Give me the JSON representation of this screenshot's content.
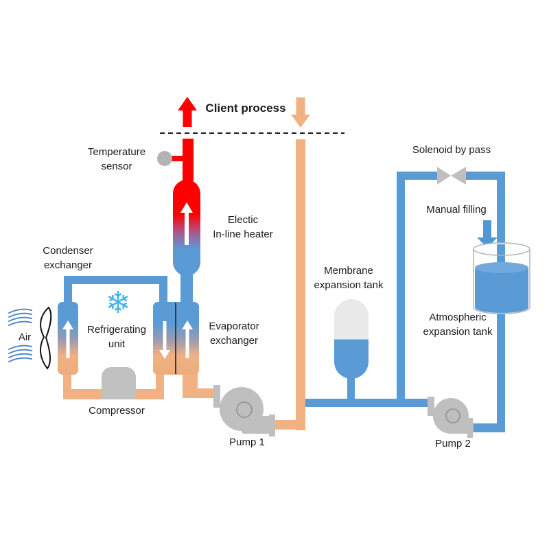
{
  "labels": {
    "client_process": "Client process",
    "temperature_sensor": {
      "line1": "Temperature",
      "line2": "sensor"
    },
    "electric_heater": {
      "line1": "Electic",
      "line2": "In-line heater"
    },
    "condenser_exchanger": {
      "line1": "Condenser",
      "line2": "exchanger"
    },
    "refrigerating_unit": {
      "line1": "Refrigerating",
      "line2": "unit"
    },
    "evaporator_exchanger": {
      "line1": "Evaporator",
      "line2": "exchanger"
    },
    "air": "Air",
    "compressor": "Compressor",
    "pump_1": "Pump 1",
    "membrane_tank": {
      "line1": "Membrane",
      "line2": "expansion tank"
    },
    "solenoid_bypass": "Solenoid by pass",
    "manual_filling": "Manual filling",
    "atmospheric_tank": {
      "line1": "Atmospheric",
      "line2": "expansion tank"
    },
    "pump_2": "Pump 2"
  },
  "icons": {
    "snowflake": "❄",
    "solenoid_valve": "gray-bowtie-triangles",
    "pump_symbol": "gray-volute-with-impeller-circle",
    "temperature_sensor_probe": "gray-circle-with-stub",
    "air_flow": "blue-wavy-lines-with-fan-blade"
  },
  "colors": {
    "cold_blue": "#5B9BD5",
    "warm_orange": "#F2B183",
    "hot_red": "#FF0000",
    "equipment_gray": "#BFBFBF",
    "snowflake_blue": "#47B3F2",
    "tank_top_gray": "#E9E9E9",
    "text_black": "#1A1A1A"
  }
}
